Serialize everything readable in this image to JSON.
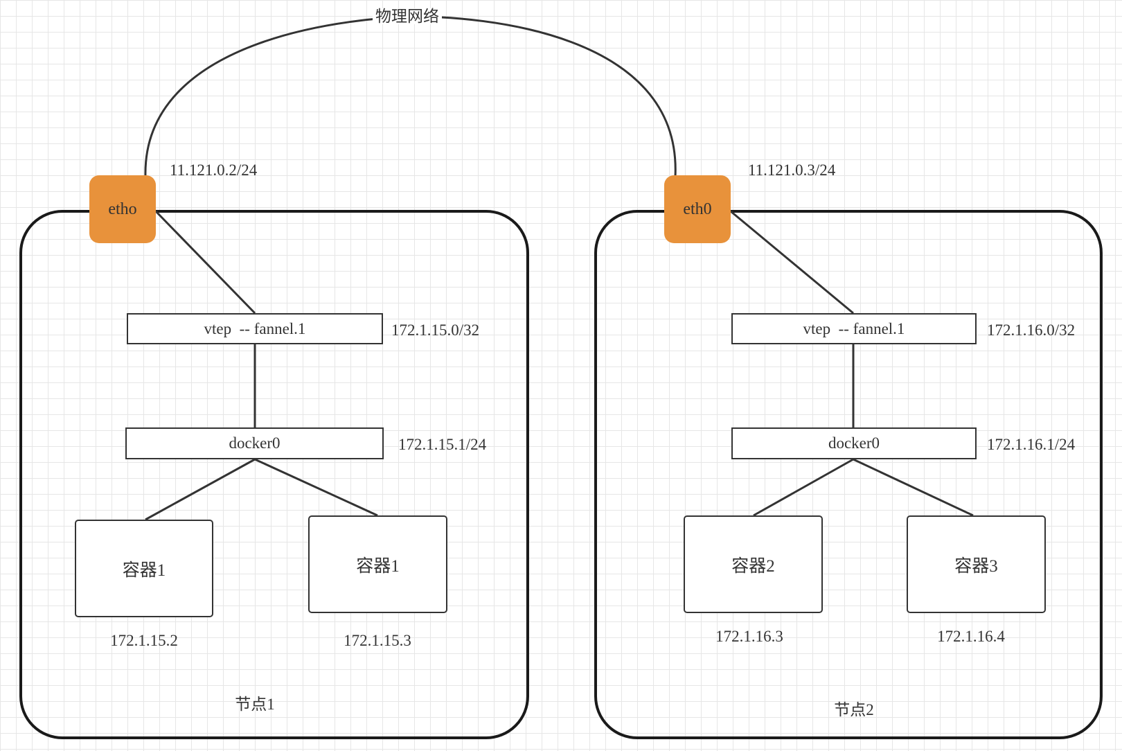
{
  "network": {
    "label": "物理网络"
  },
  "node1": {
    "label": "节点1",
    "eth": {
      "name": "etho",
      "ip": "11.121.0.2/24"
    },
    "vtep": {
      "label": "vtep  -- fannel.1",
      "ip": "172.1.15.0/32"
    },
    "bridge": {
      "label": "docker0",
      "ip": "172.1.15.1/24"
    },
    "containers": [
      {
        "label": "容器1",
        "ip": "172.1.15.2"
      },
      {
        "label": "容器1",
        "ip": "172.1.15.3"
      }
    ]
  },
  "node2": {
    "label": "节点2",
    "eth": {
      "name": "eth0",
      "ip": "11.121.0.3/24"
    },
    "vtep": {
      "label": "vtep  -- fannel.1",
      "ip": "172.1.16.0/32"
    },
    "bridge": {
      "label": "docker0",
      "ip": "172.1.16.1/24"
    },
    "containers": [
      {
        "label": "容器2",
        "ip": "172.1.16.3"
      },
      {
        "label": "容器3",
        "ip": "172.1.16.4"
      }
    ]
  },
  "colors": {
    "eth_fill": "#e8923b",
    "stroke": "#333333",
    "grid": "#e6e6e6"
  }
}
